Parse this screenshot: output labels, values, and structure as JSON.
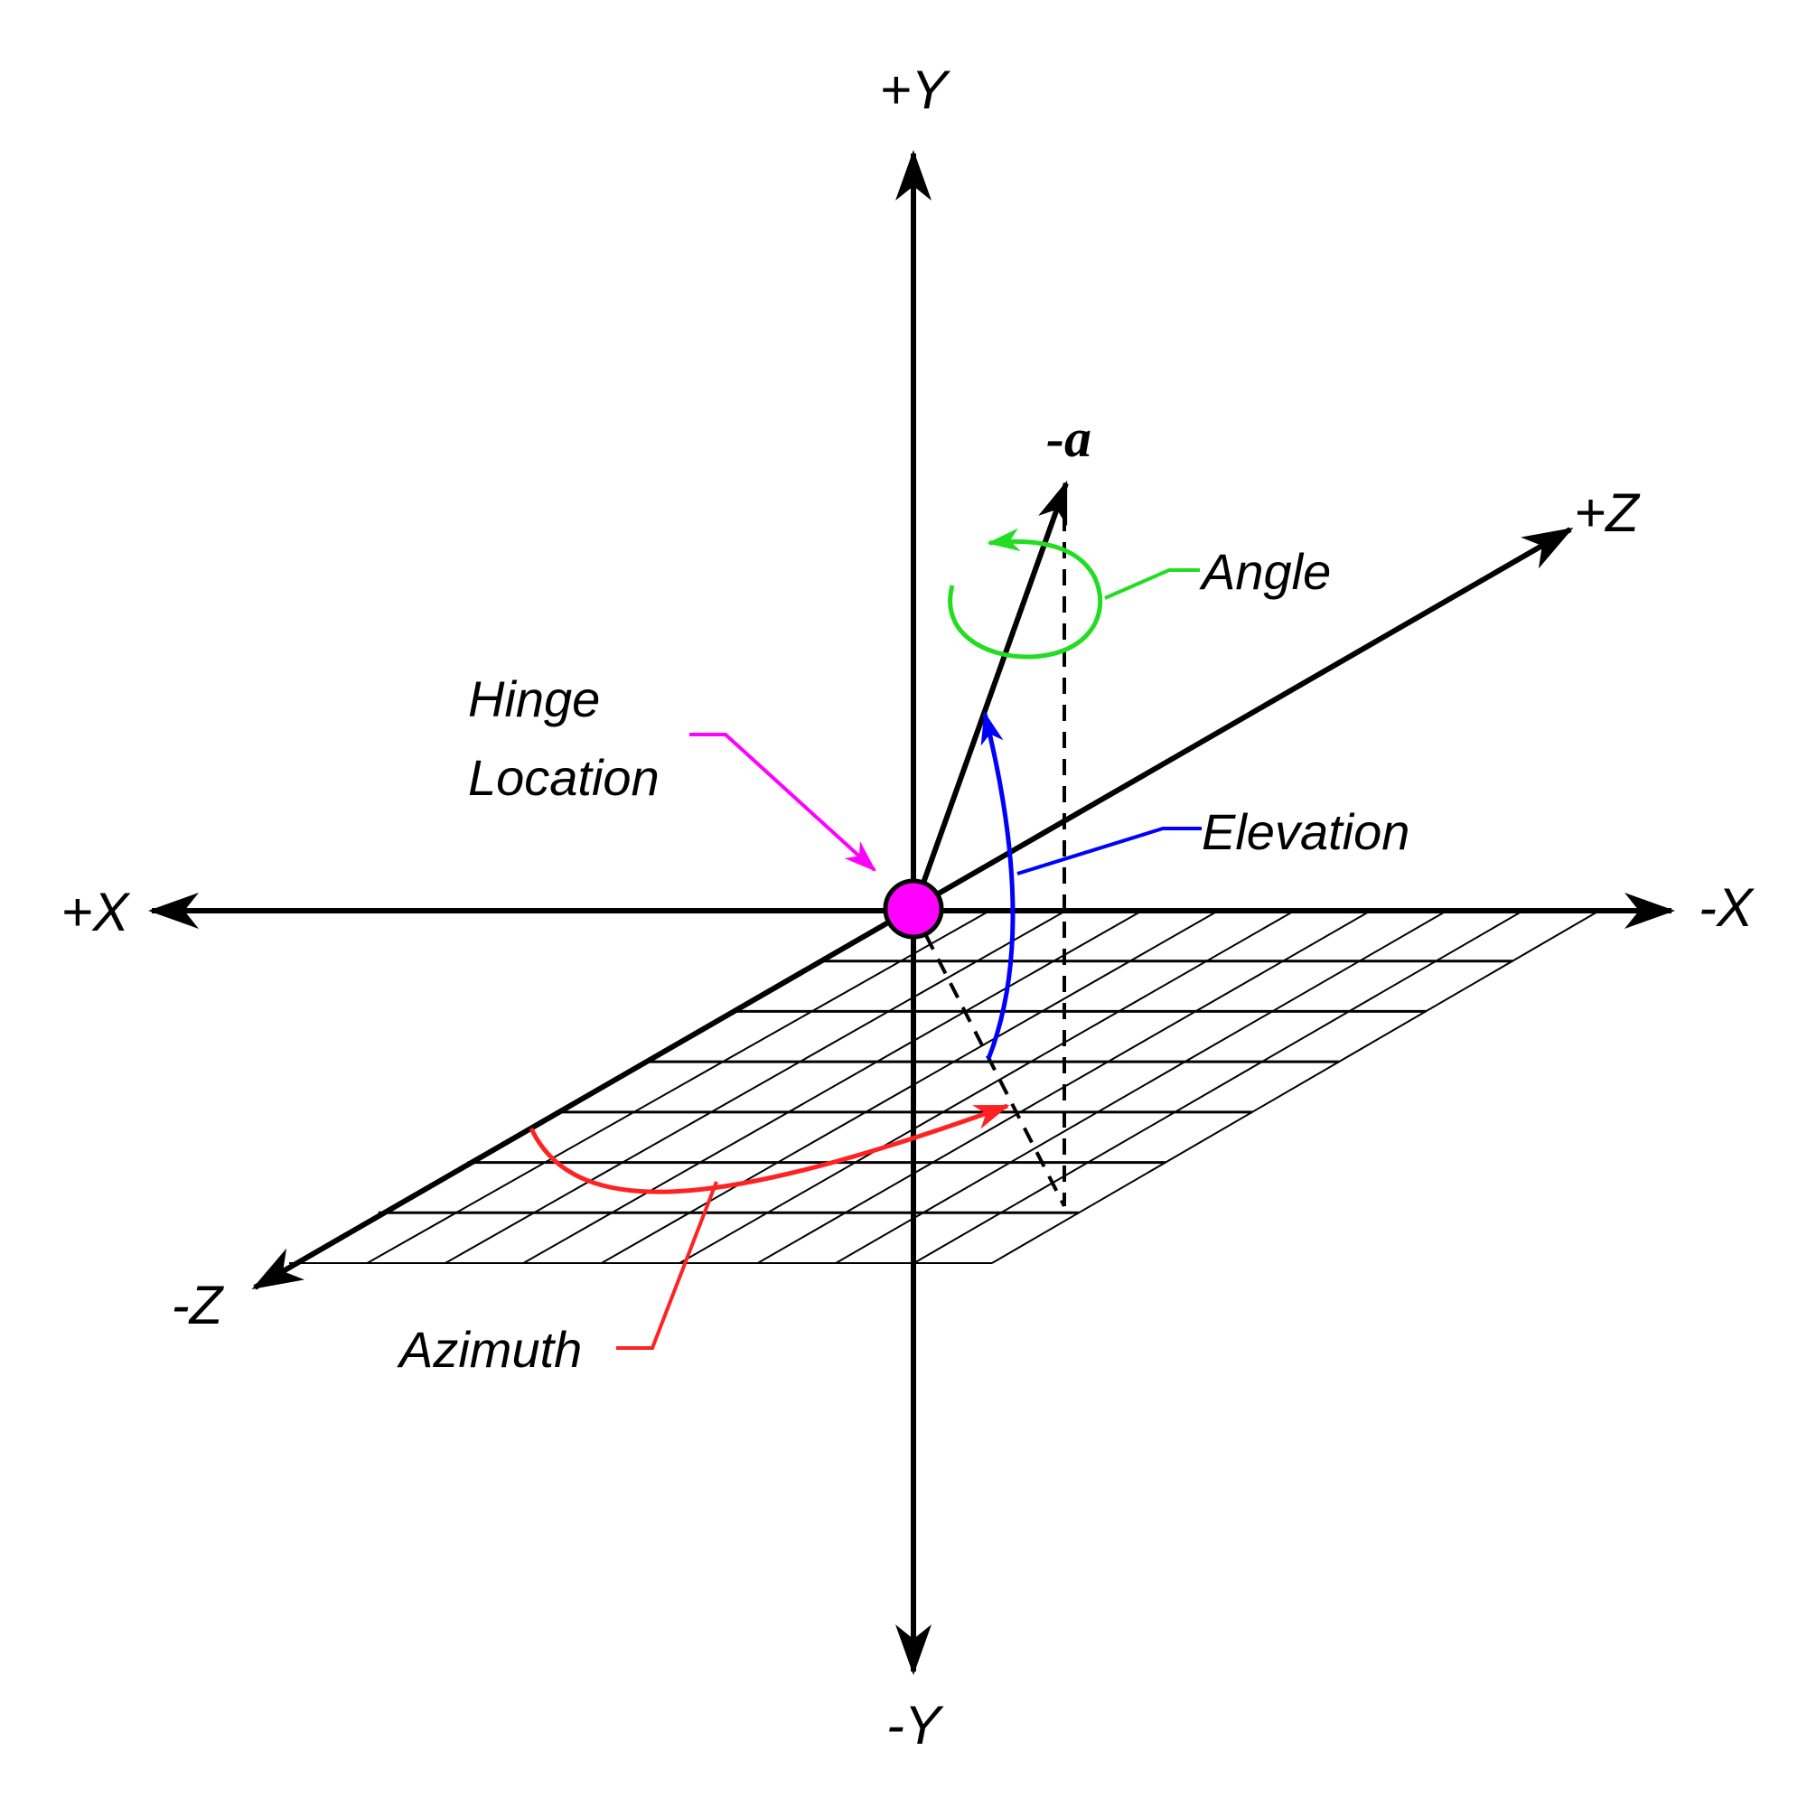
{
  "labels": {
    "plus_y": "+Y",
    "minus_y": "-Y",
    "plus_x": "+X",
    "minus_x": "-X",
    "plus_z": "+Z",
    "minus_z": "-Z",
    "vector": "-a",
    "angle": "Angle",
    "hinge_line1": "Hinge",
    "hinge_line2": "Location",
    "elevation": "Elevation",
    "azimuth": "Azimuth"
  },
  "colors": {
    "axes": "#000000",
    "grid": "#000000",
    "hinge": "#ff00ff",
    "angle": "#22dd22",
    "elevation": "#0000ff",
    "azimuth": "#ff2222"
  }
}
